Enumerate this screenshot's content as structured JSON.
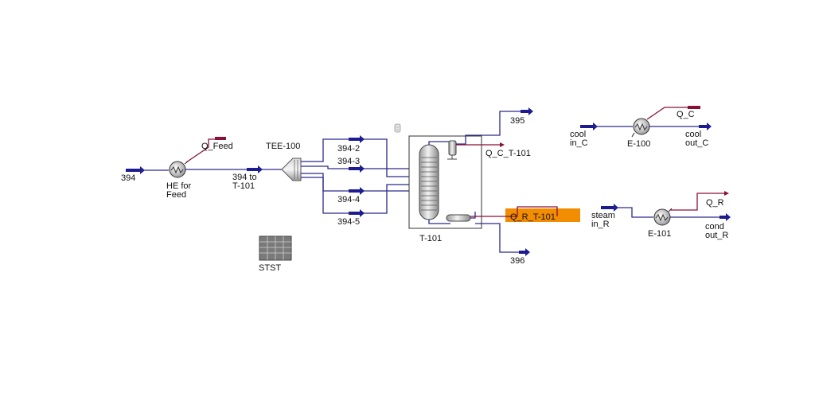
{
  "streams": {
    "s394": "394",
    "s394_to_t101_l1": "394 to",
    "s394_to_t101_l2": "T-101",
    "s394_2": "394-2",
    "s394_3": "394-3",
    "s394_4": "394-4",
    "s394_5": "394-5",
    "s395": "395",
    "s396": "396",
    "q_feed": "Q_Feed",
    "q_c_t101": "Q_C_T-101",
    "q_r_t101": "Q_R_T-101",
    "cool_in_c_l1": "cool",
    "cool_in_c_l2": "in_C",
    "cool_out_c_l1": "cool",
    "cool_out_c_l2": "out_C",
    "q_c": "Q_C",
    "steam_in_r_l1": "steam",
    "steam_in_r_l2": "in_R",
    "cond_out_r_l1": "cond",
    "cond_out_r_l2": "out_R",
    "q_r": "Q_R"
  },
  "units": {
    "he_feed_l1": "HE for",
    "he_feed_l2": "Feed",
    "tee100": "TEE-100",
    "t101": "T-101",
    "e100": "E-100",
    "e101": "E-101",
    "stst": "STST"
  },
  "colors": {
    "material_stream": "#2a2a8c",
    "energy_stream": "#8a1038",
    "highlight": "#f28c00"
  }
}
